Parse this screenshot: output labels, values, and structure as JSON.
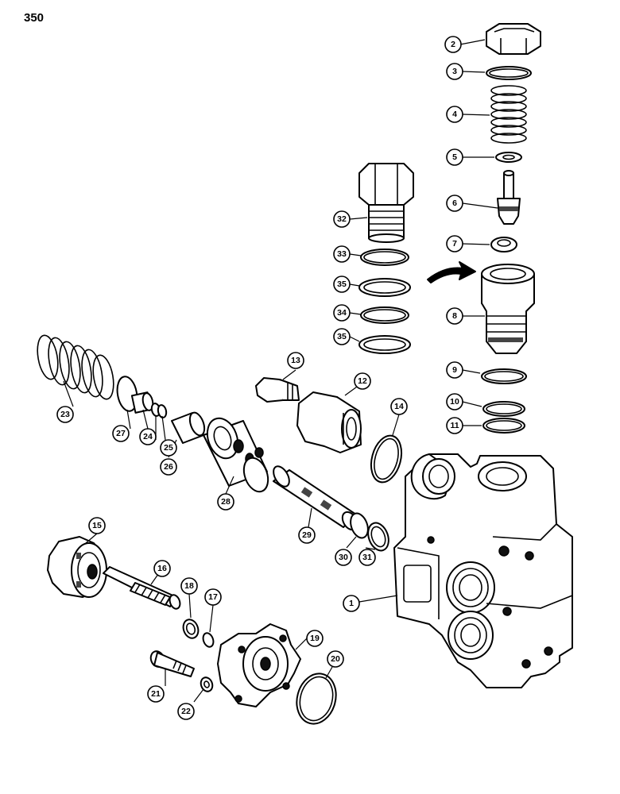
{
  "page": {
    "number": "350"
  },
  "callouts": [
    {
      "label": "1"
    },
    {
      "label": "2"
    },
    {
      "label": "3"
    },
    {
      "label": "4"
    },
    {
      "label": "5"
    },
    {
      "label": "6"
    },
    {
      "label": "7"
    },
    {
      "label": "8"
    },
    {
      "label": "9"
    },
    {
      "label": "10"
    },
    {
      "label": "11"
    },
    {
      "label": "12"
    },
    {
      "label": "13"
    },
    {
      "label": "14"
    },
    {
      "label": "15"
    },
    {
      "label": "16"
    },
    {
      "label": "17"
    },
    {
      "label": "18"
    },
    {
      "label": "19"
    },
    {
      "label": "20"
    },
    {
      "label": "21"
    },
    {
      "label": "22"
    },
    {
      "label": "23"
    },
    {
      "label": "24"
    },
    {
      "label": "25"
    },
    {
      "label": "26"
    },
    {
      "label": "27"
    },
    {
      "label": "28"
    },
    {
      "label": "29"
    },
    {
      "label": "30"
    },
    {
      "label": "31"
    },
    {
      "label": "32"
    },
    {
      "label": "33"
    },
    {
      "label": "34"
    },
    {
      "label": "35"
    },
    {
      "label": "35"
    }
  ]
}
